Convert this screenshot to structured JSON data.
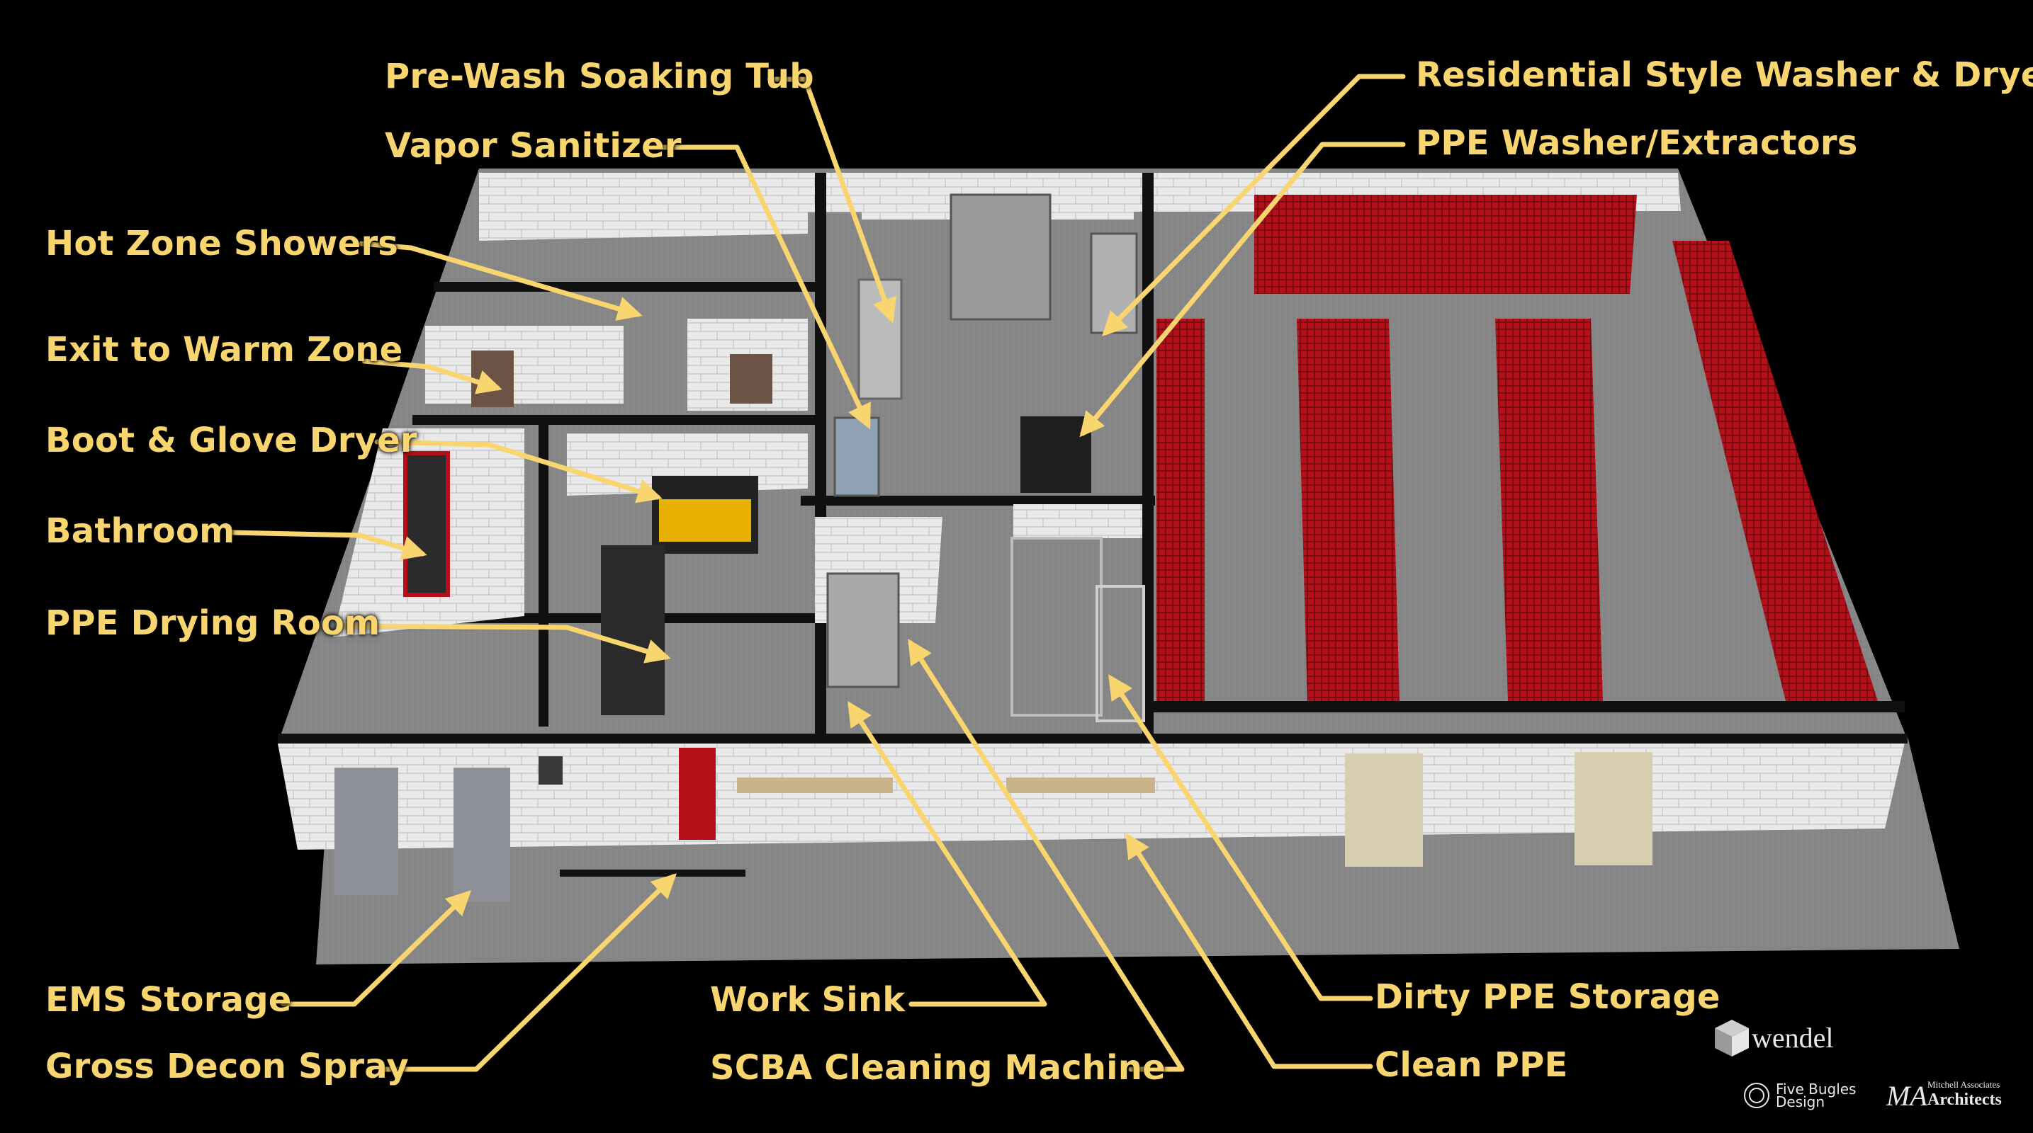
{
  "labels": {
    "pre_wash_soaking_tub": "Pre-Wash Soaking Tub",
    "vapor_sanitizer": "Vapor Sanitizer",
    "hot_zone_showers": "Hot Zone Showers",
    "exit_to_warm_zone": "Exit to Warm Zone",
    "boot_glove_dryer": "Boot & Glove Dryer",
    "bathroom": "Bathroom",
    "ppe_drying_room": "PPE Drying Room",
    "ems_storage": "EMS Storage",
    "gross_decon_spray": "Gross Decon Spray",
    "work_sink": "Work Sink",
    "scba_cleaning_machine": "SCBA Cleaning Machine",
    "residential_washer_dryer": "Residential Style Washer & Dryer",
    "ppe_washer_extractors": "PPE Washer/Extractors",
    "dirty_ppe_storage": "Dirty PPE Storage",
    "clean_ppe": "Clean PPE"
  },
  "logos": {
    "wendel": "wendel",
    "five_bugles": "Five Bugles Design",
    "five_bugles_line1": "Five Bugles",
    "five_bugles_line2": "Design",
    "mitchell_monogram": "MA",
    "mitchell_line1": "Mitchell Associates",
    "mitchell_line2": "Architects"
  },
  "colors": {
    "callout": "#f9d56f",
    "background": "#000000",
    "locker_red": "#b3101a",
    "floor_gray": "#8a8a8a",
    "wall_white": "#eeeeee"
  }
}
